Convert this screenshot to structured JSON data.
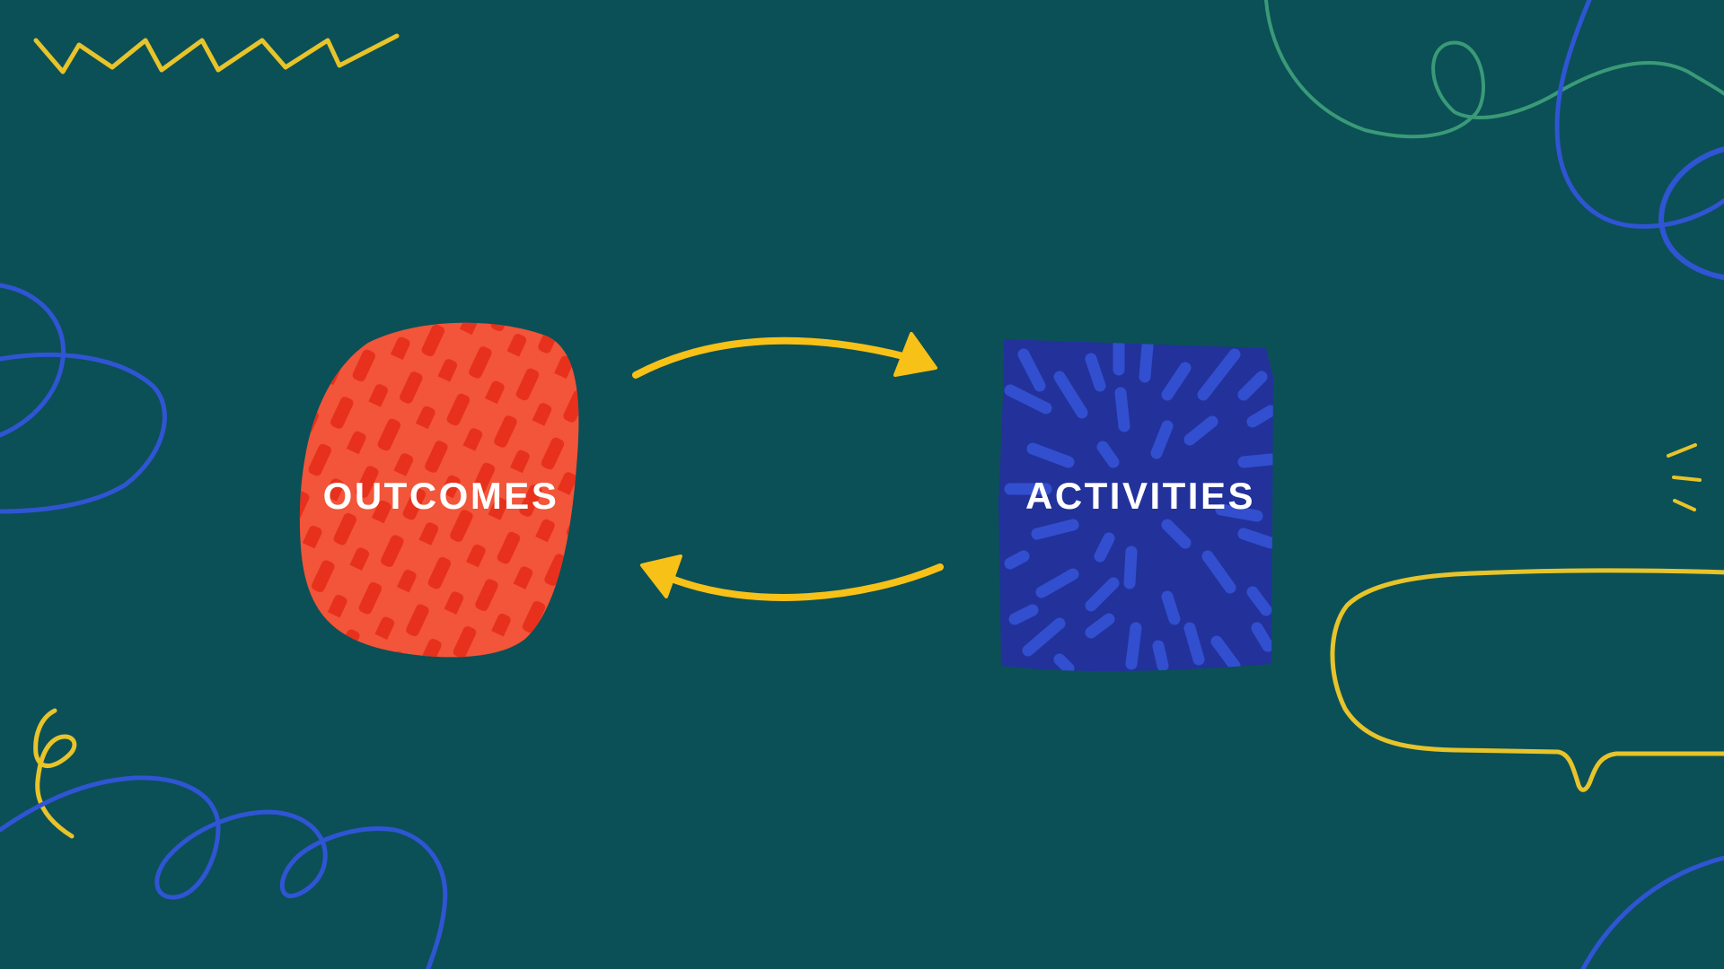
{
  "colors": {
    "background": "#0b5056",
    "outcomes_fill": "#f25539",
    "outcomes_stroke": "#e52a17",
    "activities_fill": "#22329a",
    "activities_stroke": "#3553d6",
    "arrow": "#f7c118",
    "doodle_yellow": "#e8c42a",
    "doodle_blue": "#2f55d4",
    "doodle_green": "#3a9a78",
    "text": "#ffffff"
  },
  "diagram": {
    "nodes": [
      {
        "id": "outcomes",
        "label": "OUTCOMES",
        "shape": "blob"
      },
      {
        "id": "activities",
        "label": "ACTIVITIES",
        "shape": "rough-square"
      }
    ],
    "edges": [
      {
        "from": "outcomes",
        "to": "activities",
        "style": "curved-arrow-top"
      },
      {
        "from": "activities",
        "to": "outcomes",
        "style": "curved-arrow-bottom"
      }
    ]
  },
  "decorations": [
    {
      "name": "zigzag",
      "position": "top-left",
      "color": "yellow"
    },
    {
      "name": "loop-swirl",
      "position": "top-right",
      "color": "green"
    },
    {
      "name": "loop-swirl",
      "position": "top-right",
      "color": "blue"
    },
    {
      "name": "oval-swirl",
      "position": "left",
      "color": "blue"
    },
    {
      "name": "speech-bubble",
      "position": "right",
      "color": "yellow"
    },
    {
      "name": "emphasis-lines",
      "position": "right",
      "color": "yellow"
    },
    {
      "name": "curl",
      "position": "bottom-left",
      "color": "yellow"
    },
    {
      "name": "loop-swirl",
      "position": "bottom-left",
      "color": "blue"
    },
    {
      "name": "arc",
      "position": "bottom-right",
      "color": "blue"
    }
  ]
}
